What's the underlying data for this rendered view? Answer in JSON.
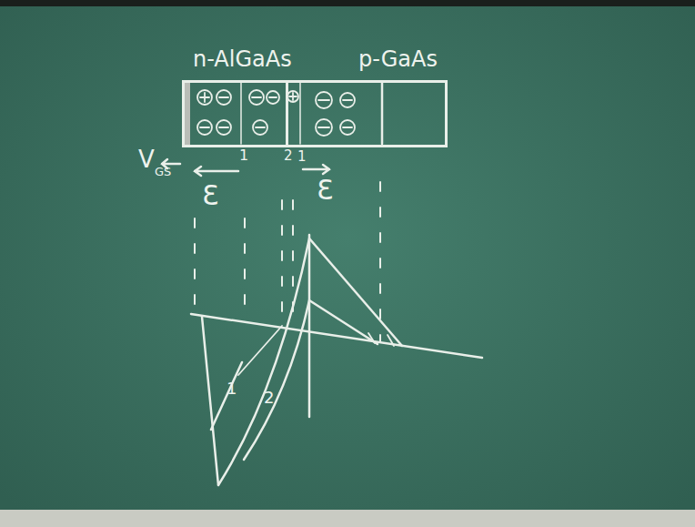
{
  "diagram": {
    "nodes": [
      {
        "text": [
          "n-AlGaAs"
        ]
      },
      {
        "text": [
          "p-GaAs"
        ]
      }
    ],
    "labels": [
      "V",
      "GS",
      "Ɛ",
      "Ɛ",
      "1",
      "2",
      "1",
      "1",
      "2"
    ]
  }
}
